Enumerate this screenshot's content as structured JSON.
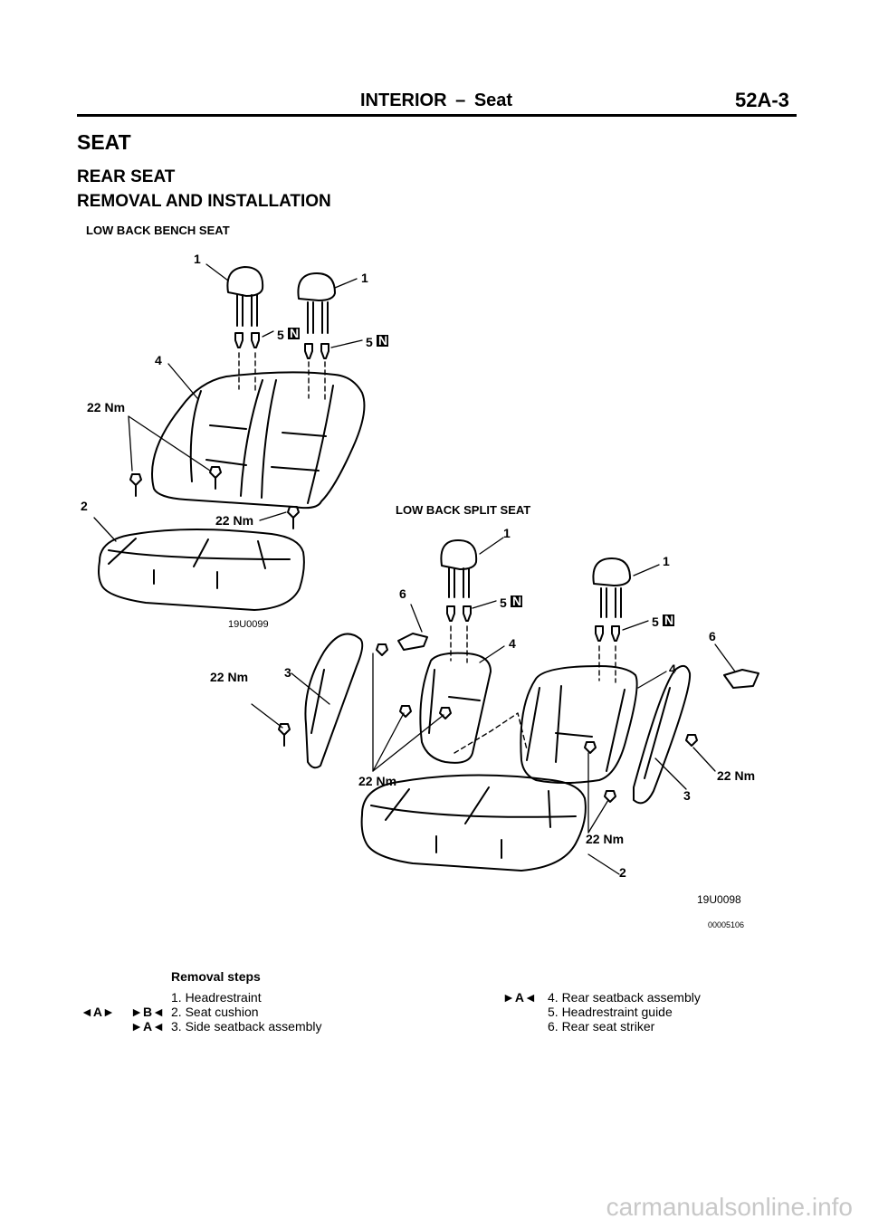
{
  "header": {
    "section": "INTERIOR",
    "dash": "–",
    "topic": "Seat",
    "page": "52A-3"
  },
  "titles": {
    "main": "SEAT",
    "sub": "REAR SEAT",
    "procedure": "REMOVAL AND INSTALLATION"
  },
  "diagram": {
    "bench_caption": "LOW BACK BENCH SEAT",
    "split_caption": "LOW BACK SPLIT SEAT",
    "bench_fig": "19U0099",
    "split_fig": "19U0098",
    "doc_id": "00005106",
    "torque": "22 Nm",
    "guide_label": "5",
    "callouts": {
      "c1": "1",
      "c2": "2",
      "c3": "3",
      "c4": "4",
      "c6": "6"
    },
    "badge_letter": "N"
  },
  "removal": {
    "heading": "Removal steps",
    "markers_left": [
      "◄A►",
      "►B◄",
      "►A◄"
    ],
    "steps_left": [
      "1. Headrestraint",
      "2. Seat cushion",
      "3. Side seatback assembly"
    ],
    "marker_right": "►A◄",
    "steps_right": [
      "4. Rear seatback assembly",
      "5. Headrestraint guide",
      "6. Rear seat striker"
    ]
  },
  "watermark": "carmanualsonline.info"
}
